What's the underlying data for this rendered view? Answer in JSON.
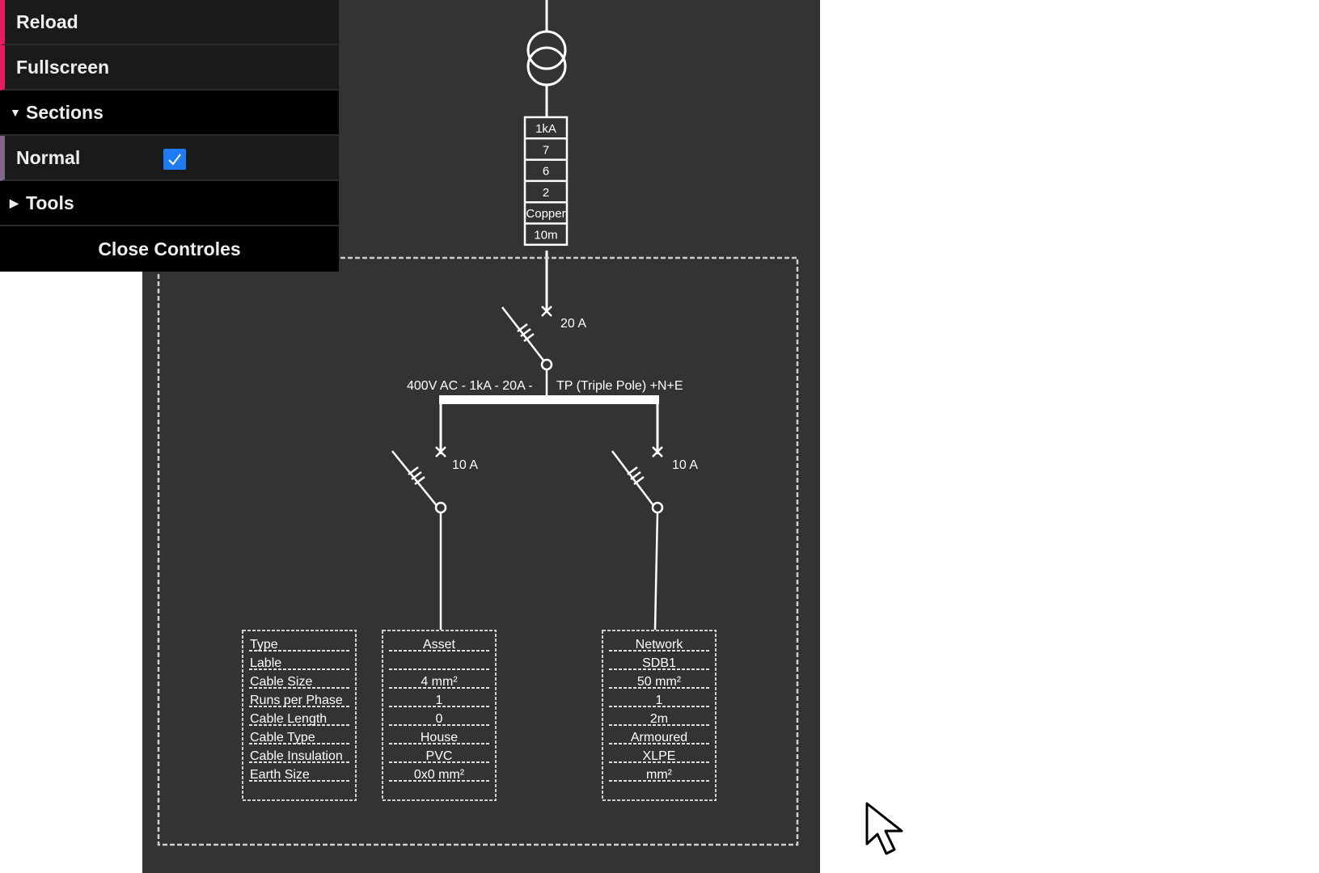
{
  "gui": {
    "reload_label": "Reload",
    "fullscreen_label": "Fullscreen",
    "sections_label": "Sections",
    "normal_label": "Normal",
    "normal_checked": true,
    "tools_label": "Tools",
    "close_label": "Close Controles"
  },
  "diagram": {
    "cable_box": [
      "1kA",
      "7",
      "6",
      "2",
      "Copper",
      "10m"
    ],
    "main_breaker_rating": "20 A",
    "board_label_left": "400V  AC  -  1kA  -  20A  -",
    "board_label_right": "TP  (Triple  Pole) +N+E",
    "left_breaker_rating": "10 A",
    "right_breaker_rating": "10 A",
    "table_headers": [
      "Type",
      "Lable",
      "Cable Size",
      "Runs per Phase",
      "Cable Length",
      "Cable Type",
      "Cable Insulation",
      "Earth Size"
    ],
    "asset_values": [
      "Asset",
      "",
      "4 mm²",
      "1",
      "0",
      "House",
      "PVC",
      "0x0 mm²"
    ],
    "network_values": [
      "Network",
      "SDB1",
      "50 mm²",
      "1",
      "2m",
      "Armoured",
      "XLPE",
      "mm²"
    ]
  }
}
